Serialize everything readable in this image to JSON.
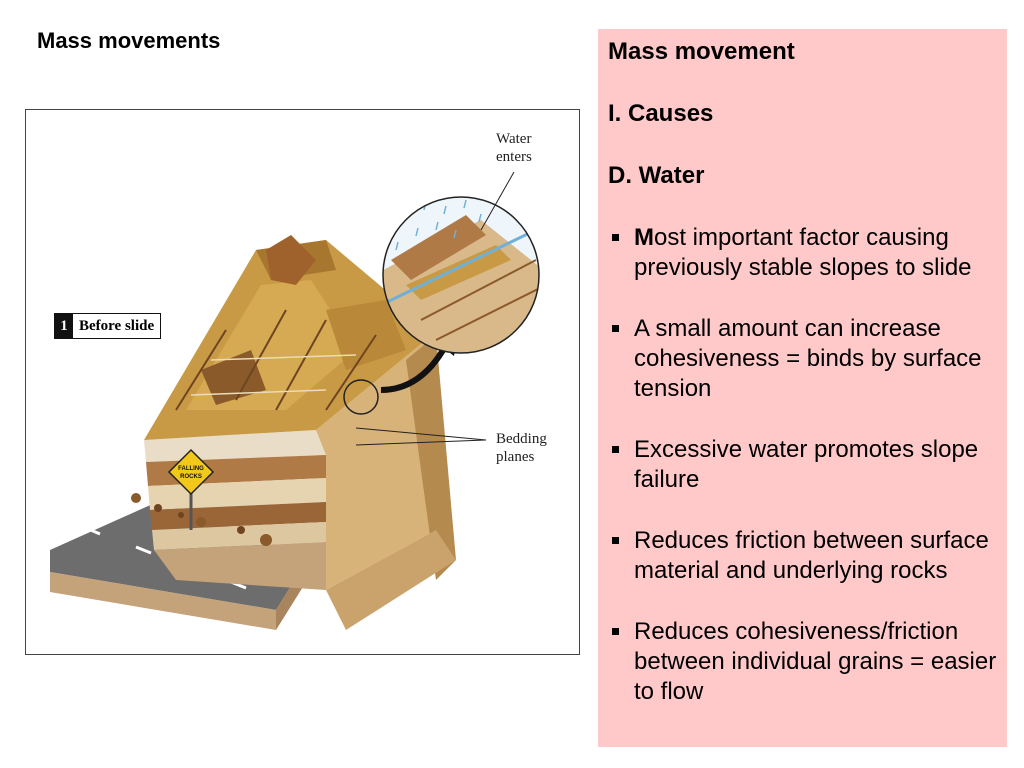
{
  "slide": {
    "title": "Mass movements"
  },
  "figure": {
    "badge_number": "1",
    "badge_text": "Before slide",
    "label_water_1": "Water",
    "label_water_2": "enters",
    "label_bedding_1": "Bedding",
    "label_bedding_2": "planes",
    "sign_line_1": "FALLING",
    "sign_line_2": "ROCKS",
    "icons": [
      "falling-rocks-sign-icon",
      "curved-arrow-icon"
    ]
  },
  "panel": {
    "heading": "Mass movement",
    "section": "I.  Causes",
    "subsection": "D. Water",
    "bullets": [
      {
        "lead": "M",
        "rest": "ost important factor causing previously stable slopes to slide"
      },
      {
        "lead": "",
        "rest": "A small amount can increase cohesiveness = binds by surface tension"
      },
      {
        "lead": "",
        "rest": "Excessive water promotes slope failure"
      },
      {
        "lead": "",
        "rest": "Reduces friction between surface material and underlying rocks"
      },
      {
        "lead": "",
        "rest": "Reduces cohesiveness/friction between individual grains = easier to flow"
      }
    ]
  },
  "colors": {
    "panel_bg": "#ffc9c9",
    "rock_tan": "#c99a45",
    "rock_dark": "#8a5a2a",
    "road": "#6d6d6d",
    "water": "#6fb0d8",
    "sign": "#f2c81a"
  }
}
